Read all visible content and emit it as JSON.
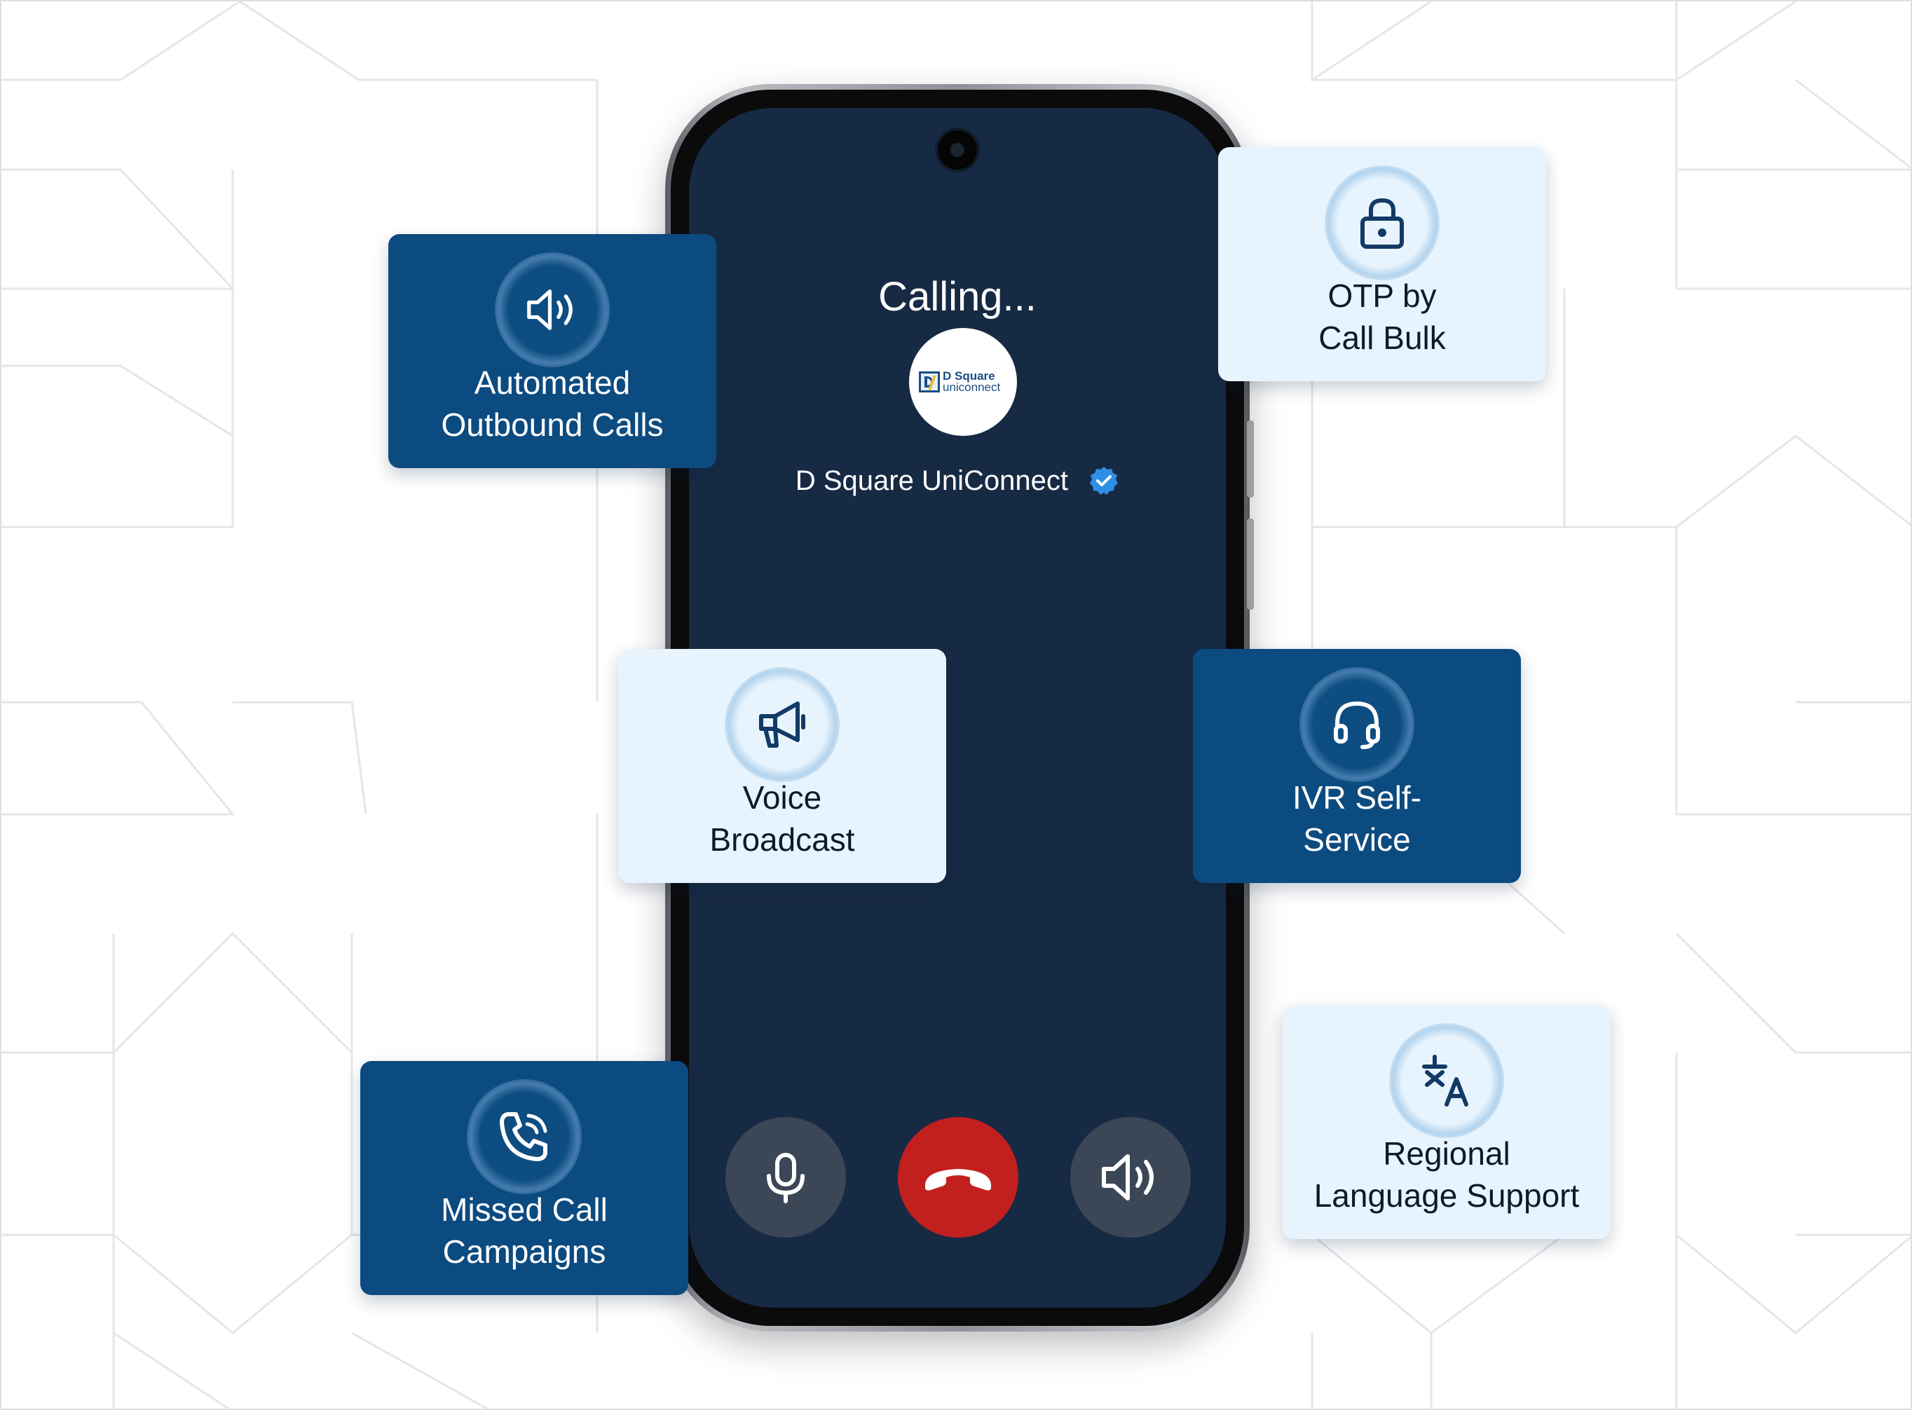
{
  "call_screen": {
    "status": "Calling...",
    "contact_name": "D Square UniConnect",
    "logo_text_line1": "D Square",
    "logo_text_line2": "uniconnect"
  },
  "call_controls": [
    {
      "icon": "microphone-icon"
    },
    {
      "icon": "end-call-icon",
      "color": "#c21f1f"
    },
    {
      "icon": "speaker-icon"
    }
  ],
  "features": {
    "automated_outbound_calls": {
      "label": "Automated\nOutbound Calls",
      "icon": "speaker-volume-icon",
      "theme": "dark"
    },
    "otp_by_call": {
      "label": "OTP by\nCall Bulk",
      "icon": "lock-icon",
      "theme": "light"
    },
    "voice_broadcast": {
      "label": "Voice\nBroadcast",
      "icon": "megaphone-icon",
      "theme": "light"
    },
    "ivr_self_service": {
      "label": "IVR Self-\nService",
      "icon": "headset-icon",
      "theme": "dark"
    },
    "missed_call_campaigns": {
      "label": "Missed Call\nCampaigns",
      "icon": "phone-call-icon",
      "theme": "dark"
    },
    "regional_language_support": {
      "label": "Regional\nLanguage Support",
      "icon": "translate-icon",
      "theme": "light"
    }
  },
  "colors": {
    "card_dark": "#0c4b80",
    "card_light": "#e8f4fd",
    "screen_background": "#172a44",
    "verified_badge": "#2f8fe6",
    "end_call_red": "#c21f1f"
  }
}
